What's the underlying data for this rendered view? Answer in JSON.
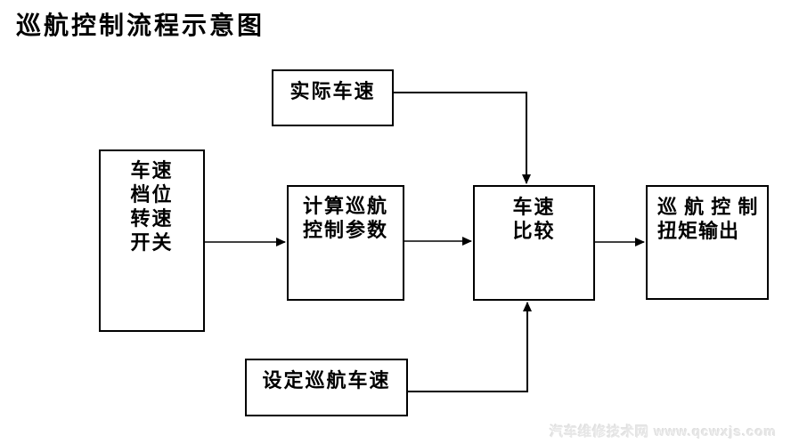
{
  "title": "巡航控制流程示意图",
  "boxes": {
    "actual_speed": {
      "lines": [
        "实际车速"
      ]
    },
    "inputs": {
      "lines": [
        "车速",
        "档位",
        "转速",
        "开关"
      ]
    },
    "calc": {
      "lines": [
        "计算巡航",
        "控制参数"
      ]
    },
    "compare": {
      "lines": [
        "车速",
        "比较"
      ]
    },
    "output": {
      "lines": [
        "巡 航 控 制",
        "扭矩输出"
      ]
    },
    "set_speed": {
      "lines": [
        "设定巡航车速"
      ]
    }
  },
  "watermark": {
    "text": "汽车维修技术网 www.qcwxjs.com"
  },
  "colors": {
    "line": "#000000",
    "background": "#ffffff",
    "watermark": "#e7e7e7"
  }
}
